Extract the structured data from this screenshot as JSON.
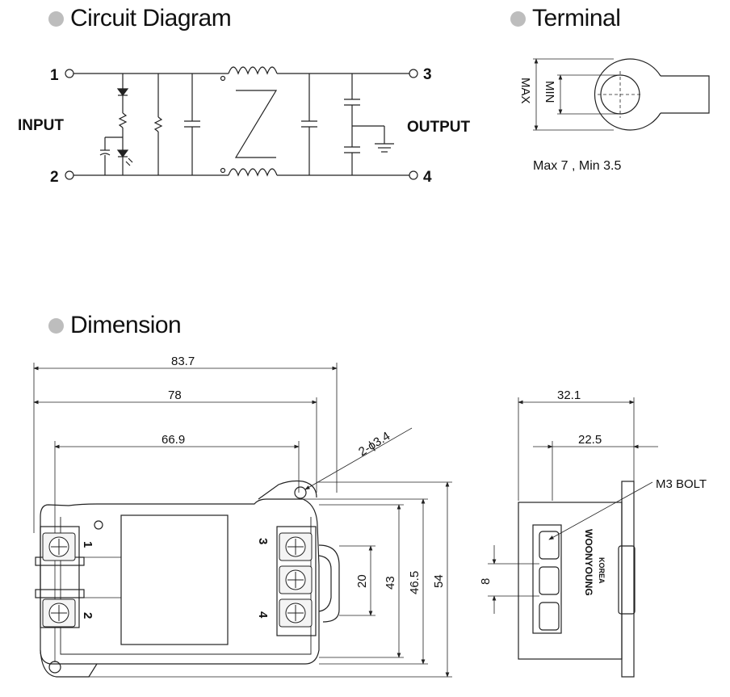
{
  "headers": {
    "circuit": "Circuit Diagram",
    "terminal": "Terminal",
    "dimension": "Dimension"
  },
  "circuit": {
    "pin1": "1",
    "pin2": "2",
    "pin3": "3",
    "pin4": "4",
    "input": "INPUT",
    "output": "OUTPUT"
  },
  "terminal": {
    "max": "MAX",
    "min": "MIN",
    "note": "Max 7 , Min 3.5"
  },
  "dimension": {
    "d837": "83.7",
    "d78": "78",
    "d669": "66.9",
    "hole": "2-ϕ3.4",
    "d20": "20",
    "d43": "43",
    "d465": "46.5",
    "d54": "54",
    "d321": "32.1",
    "d225": "22.5",
    "d8": "8",
    "bolt": "M3 BOLT",
    "brand": "WOONYOUNG",
    "country": "KOREA",
    "t1": "1",
    "t2": "2",
    "t3": "3",
    "t4": "4",
    "mark": "O"
  }
}
